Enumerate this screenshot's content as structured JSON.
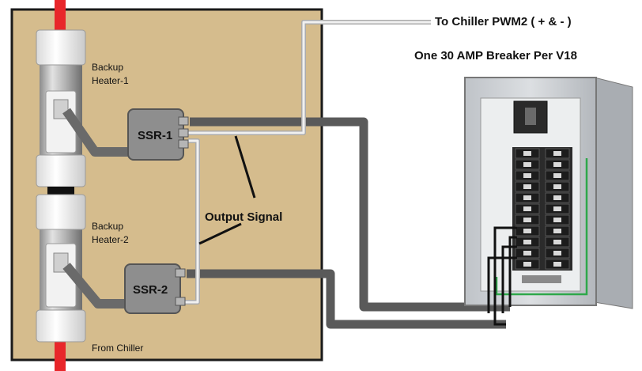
{
  "labels": {
    "to_chiller": "To Chiller PWM2 ( + & - )",
    "breaker_note": "One 30 AMP Breaker Per V18",
    "heater1_line1": "Backup",
    "heater1_line2": "Heater-1",
    "heater2_line1": "Backup",
    "heater2_line2": "Heater-2",
    "ssr1": "SSR-1",
    "ssr2": "SSR-2",
    "output_signal": "Output Signal",
    "from_chiller": "From Chiller"
  },
  "colors": {
    "board": "#d5bc8d",
    "board_border": "#1a1a1a",
    "power_wire": "#5a5a5a",
    "signal_wire": "#e6e6e6",
    "inlet_pipe": "#e8262a",
    "ground_wire": "#2ea84a",
    "ssr_body": "#8e8e8e",
    "panel_body": "#cfd2d6"
  },
  "icons": {
    "heater_1": "water-heater-element-icon",
    "heater_2": "water-heater-element-icon",
    "panel": "breaker-panel-icon"
  }
}
